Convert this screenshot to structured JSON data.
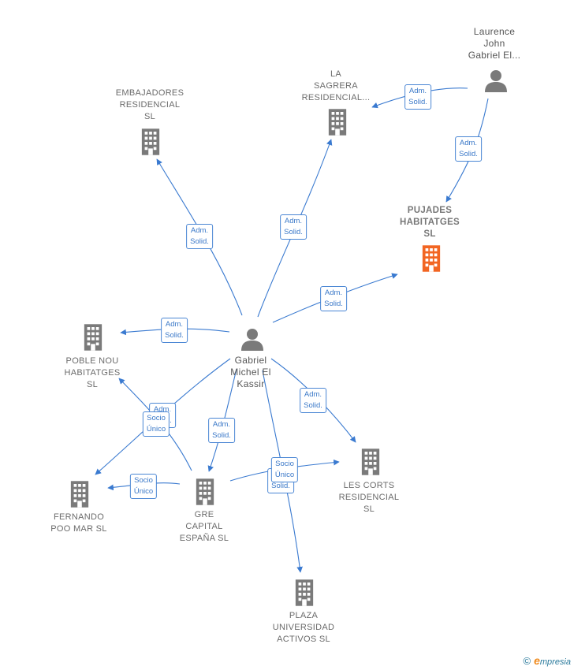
{
  "nodes": [
    {
      "id": "laurence",
      "type": "person",
      "label": "Laurence\nJohn\nGabriel El..."
    },
    {
      "id": "gabriel",
      "type": "person",
      "label": "Gabriel\nMichel El\nKassir"
    },
    {
      "id": "embajadores",
      "type": "company",
      "label": "EMBAJADORES\nRESIDENCIAL\nSL"
    },
    {
      "id": "sagrera",
      "type": "company",
      "label": "LA\nSAGRERA\nRESIDENCIAL..."
    },
    {
      "id": "pujades",
      "type": "focus",
      "label": "PUJADES\nHABITATGES\nSL"
    },
    {
      "id": "poble",
      "type": "company",
      "label": "POBLE NOU\nHABITATGES\nSL"
    },
    {
      "id": "fernando",
      "type": "company",
      "label": "FERNANDO\nPOO MAR  SL"
    },
    {
      "id": "gre",
      "type": "company",
      "label": "GRE\nCAPITAL\nESPAÑA  SL"
    },
    {
      "id": "lescorts",
      "type": "company",
      "label": "LES CORTS\nRESIDENCIAL\nSL"
    },
    {
      "id": "plaza",
      "type": "company",
      "label": "PLAZA\nUNIVERSIDAD\nACTIVOS  SL"
    }
  ],
  "edges": [
    {
      "from": "laurence",
      "to": "sagrera",
      "label": "Adm.\nSolid."
    },
    {
      "from": "laurence",
      "to": "pujades",
      "label": "Adm.\nSolid."
    },
    {
      "from": "gabriel",
      "to": "embajadores",
      "label": "Adm.\nSolid."
    },
    {
      "from": "gabriel",
      "to": "sagrera",
      "label": "Adm.\nSolid."
    },
    {
      "from": "gabriel",
      "to": "pujades",
      "label": "Adm.\nSolid."
    },
    {
      "from": "gabriel",
      "to": "poble",
      "label": "Adm.\nSolid."
    },
    {
      "from": "gabriel",
      "to": "fernando",
      "label": "Adm.\nSolid."
    },
    {
      "from": "gabriel",
      "to": "gre",
      "label": "Adm.\nSolid."
    },
    {
      "from": "gabriel",
      "to": "lescorts",
      "label": "Adm.\nSolid."
    },
    {
      "from": "gabriel",
      "to": "plaza",
      "label": "Adm.\nSolid."
    },
    {
      "from": "gre",
      "to": "poble",
      "label": "Socio\nÚnico"
    },
    {
      "from": "gre",
      "to": "fernando",
      "label": "Socio\nÚnico"
    },
    {
      "from": "gre",
      "to": "lescorts",
      "label": "Socio\nÚnico"
    }
  ],
  "colors": {
    "edge": "#3a7ad0",
    "company": "#7a7a7a",
    "focus": "#f26522",
    "person": "#7a7a7a"
  },
  "footer": {
    "copyright": "©",
    "brand_initial": "e",
    "brand_rest": "mpresia"
  }
}
